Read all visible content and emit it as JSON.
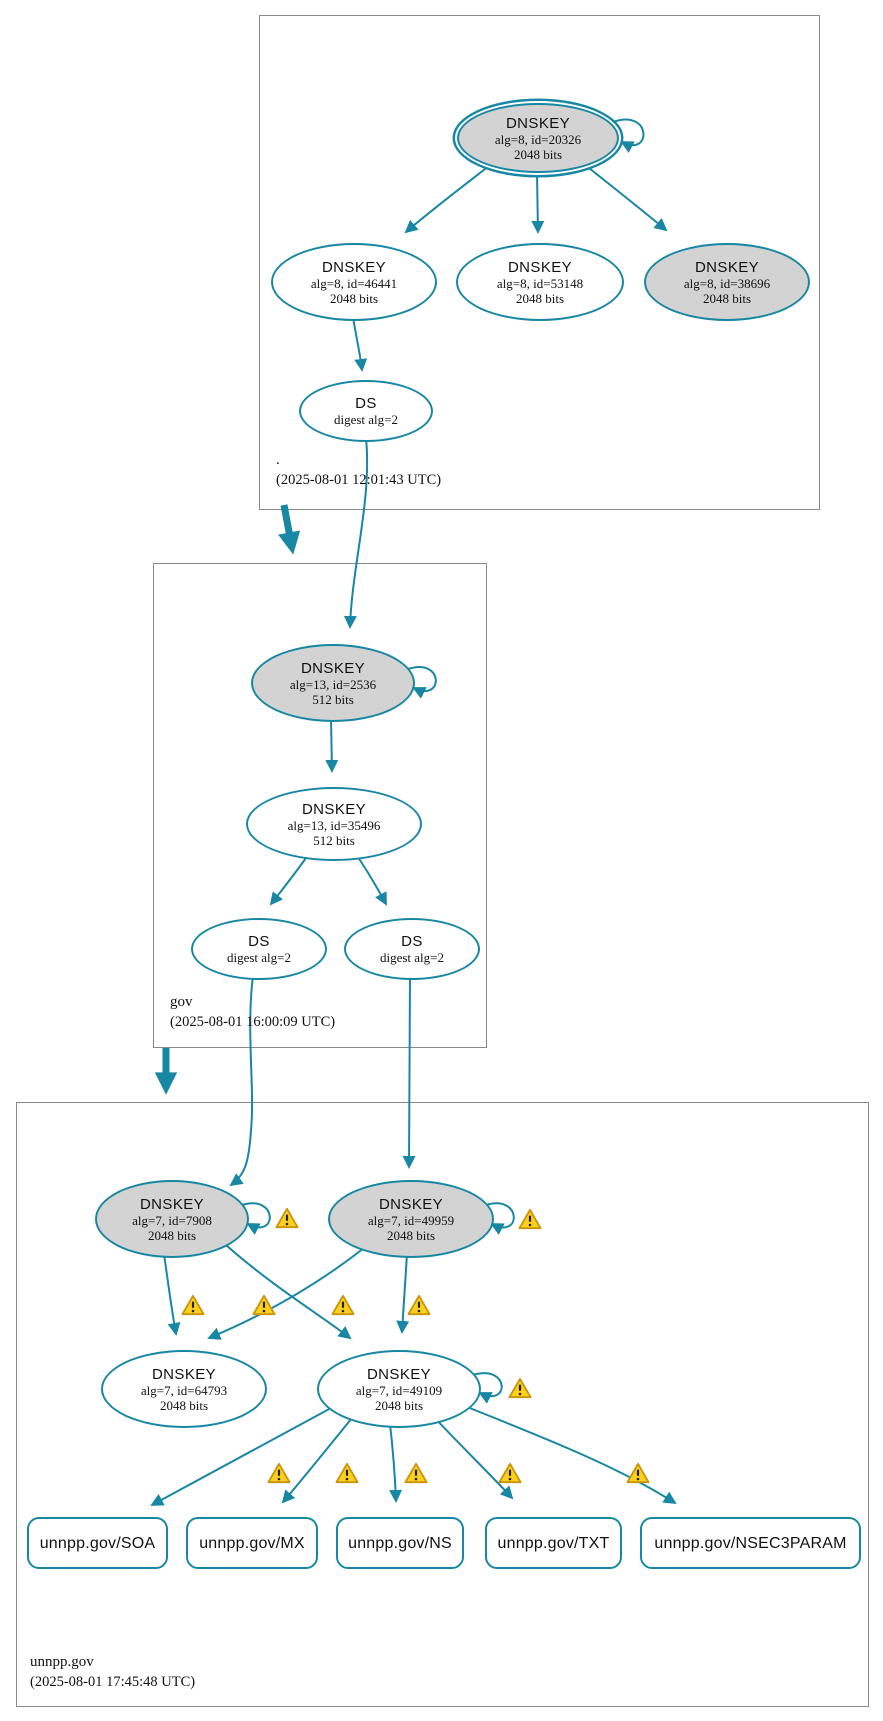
{
  "colors": {
    "edge_teal": "#1787a3",
    "sep_key_fill": "#d3d3d3",
    "node_fill": "#ffffff",
    "zone_border": "#898989",
    "warning_fill": "#fcd01c",
    "warning_border": "#c9930a"
  },
  "zones": {
    "root": {
      "label": ".",
      "timestamp": "(2025-08-01 12:01:43 UTC)"
    },
    "gov": {
      "label": "gov",
      "timestamp": "(2025-08-01 16:00:09 UTC)"
    },
    "unnpp": {
      "label": "unnpp.gov",
      "timestamp": "(2025-08-01 17:45:48 UTC)"
    }
  },
  "nodes": {
    "root_ksk_20326": {
      "title": "DNSKEY",
      "detail": "alg=8, id=20326",
      "size": "2048 bits"
    },
    "root_zsk_46441": {
      "title": "DNSKEY",
      "detail": "alg=8, id=46441",
      "size": "2048 bits"
    },
    "root_zsk_53148": {
      "title": "DNSKEY",
      "detail": "alg=8, id=53148",
      "size": "2048 bits"
    },
    "root_ksk_38696": {
      "title": "DNSKEY",
      "detail": "alg=8, id=38696",
      "size": "2048 bits"
    },
    "root_ds": {
      "title": "DS",
      "detail": "digest alg=2"
    },
    "gov_ksk_2536": {
      "title": "DNSKEY",
      "detail": "alg=13, id=2536",
      "size": "512 bits"
    },
    "gov_zsk_35496": {
      "title": "DNSKEY",
      "detail": "alg=13, id=35496",
      "size": "512 bits"
    },
    "gov_ds_1": {
      "title": "DS",
      "detail": "digest alg=2"
    },
    "gov_ds_2": {
      "title": "DS",
      "detail": "digest alg=2"
    },
    "unnpp_ksk_7908": {
      "title": "DNSKEY",
      "detail": "alg=7, id=7908",
      "size": "2048 bits"
    },
    "unnpp_ksk_49959": {
      "title": "DNSKEY",
      "detail": "alg=7, id=49959",
      "size": "2048 bits"
    },
    "unnpp_zsk_64793": {
      "title": "DNSKEY",
      "detail": "alg=7, id=64793",
      "size": "2048 bits"
    },
    "unnpp_zsk_49109": {
      "title": "DNSKEY",
      "detail": "alg=7, id=49109",
      "size": "2048 bits"
    },
    "rrset_soa": {
      "label": "unnpp.gov/SOA"
    },
    "rrset_mx": {
      "label": "unnpp.gov/MX"
    },
    "rrset_ns": {
      "label": "unnpp.gov/NS"
    },
    "rrset_txt": {
      "label": "unnpp.gov/TXT"
    },
    "rrset_nsec3param": {
      "label": "unnpp.gov/NSEC3PARAM"
    }
  }
}
